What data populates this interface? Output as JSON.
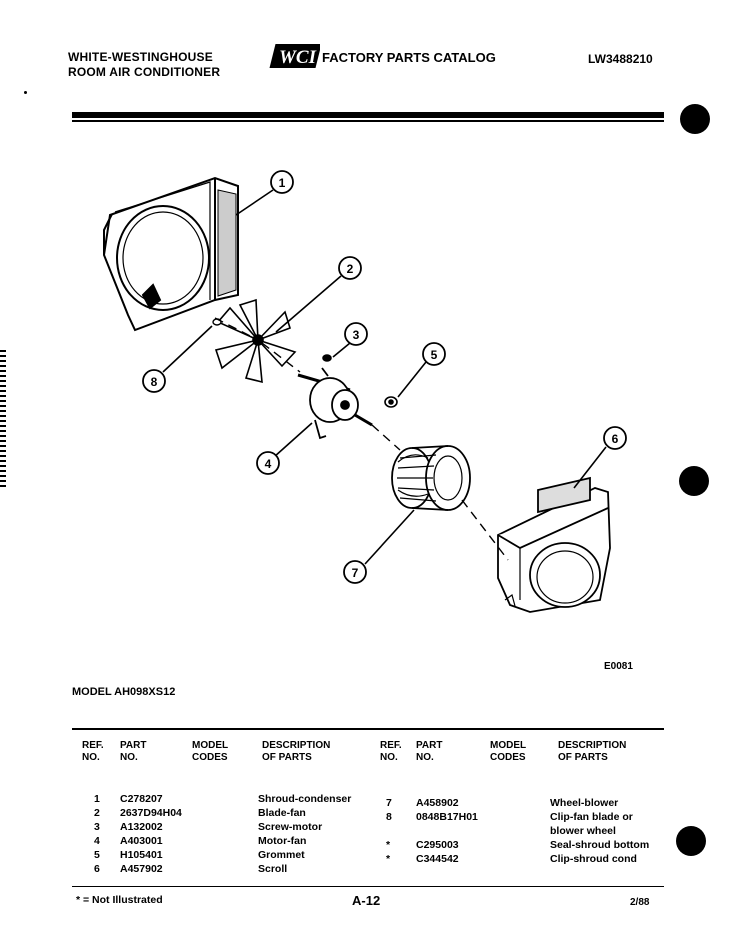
{
  "header": {
    "brand_line1": "WHITE-WESTINGHOUSE",
    "brand_line2": "ROOM AIR CONDITIONER",
    "logo_text": "WCI",
    "catalog_title": "FACTORY PARTS CATALOG",
    "catalog_number": "LW3488210"
  },
  "diagram": {
    "drawing_code": "E0081",
    "callouts": [
      "1",
      "2",
      "3",
      "4",
      "5",
      "6",
      "7",
      "8"
    ]
  },
  "model_line": "MODEL AH098XS12",
  "table": {
    "headers": {
      "ref": [
        "REF.",
        "NO."
      ],
      "part": [
        "PART",
        "NO."
      ],
      "codes": [
        "MODEL",
        "CODES"
      ],
      "desc": [
        "DESCRIPTION",
        "OF PARTS"
      ]
    },
    "left_rows": [
      {
        "ref": "1",
        "part": "C278207",
        "desc": "Shroud-condenser"
      },
      {
        "ref": "2",
        "part": "2637D94H04",
        "desc": "Blade-fan"
      },
      {
        "ref": "3",
        "part": "A132002",
        "desc": "Screw-motor"
      },
      {
        "ref": "4",
        "part": "A403001",
        "desc": "Motor-fan"
      },
      {
        "ref": "5",
        "part": "H105401",
        "desc": "Grommet"
      },
      {
        "ref": "6",
        "part": "A457902",
        "desc": "Scroll"
      }
    ],
    "right_rows": [
      {
        "ref": "7",
        "part": "A458902",
        "desc": "Wheel-blower"
      },
      {
        "ref": "8",
        "part": "0848B17H01",
        "desc": "Clip-fan blade or"
      },
      {
        "ref": "",
        "part": "",
        "desc": "blower wheel"
      },
      {
        "ref": "*",
        "part": "C295003",
        "desc": "Seal-shroud bottom"
      },
      {
        "ref": "*",
        "part": "C344542",
        "desc": "Clip-shroud cond"
      }
    ]
  },
  "footer": {
    "legend": "* = Not Illustrated",
    "page": "A-12",
    "date": "2/88"
  }
}
